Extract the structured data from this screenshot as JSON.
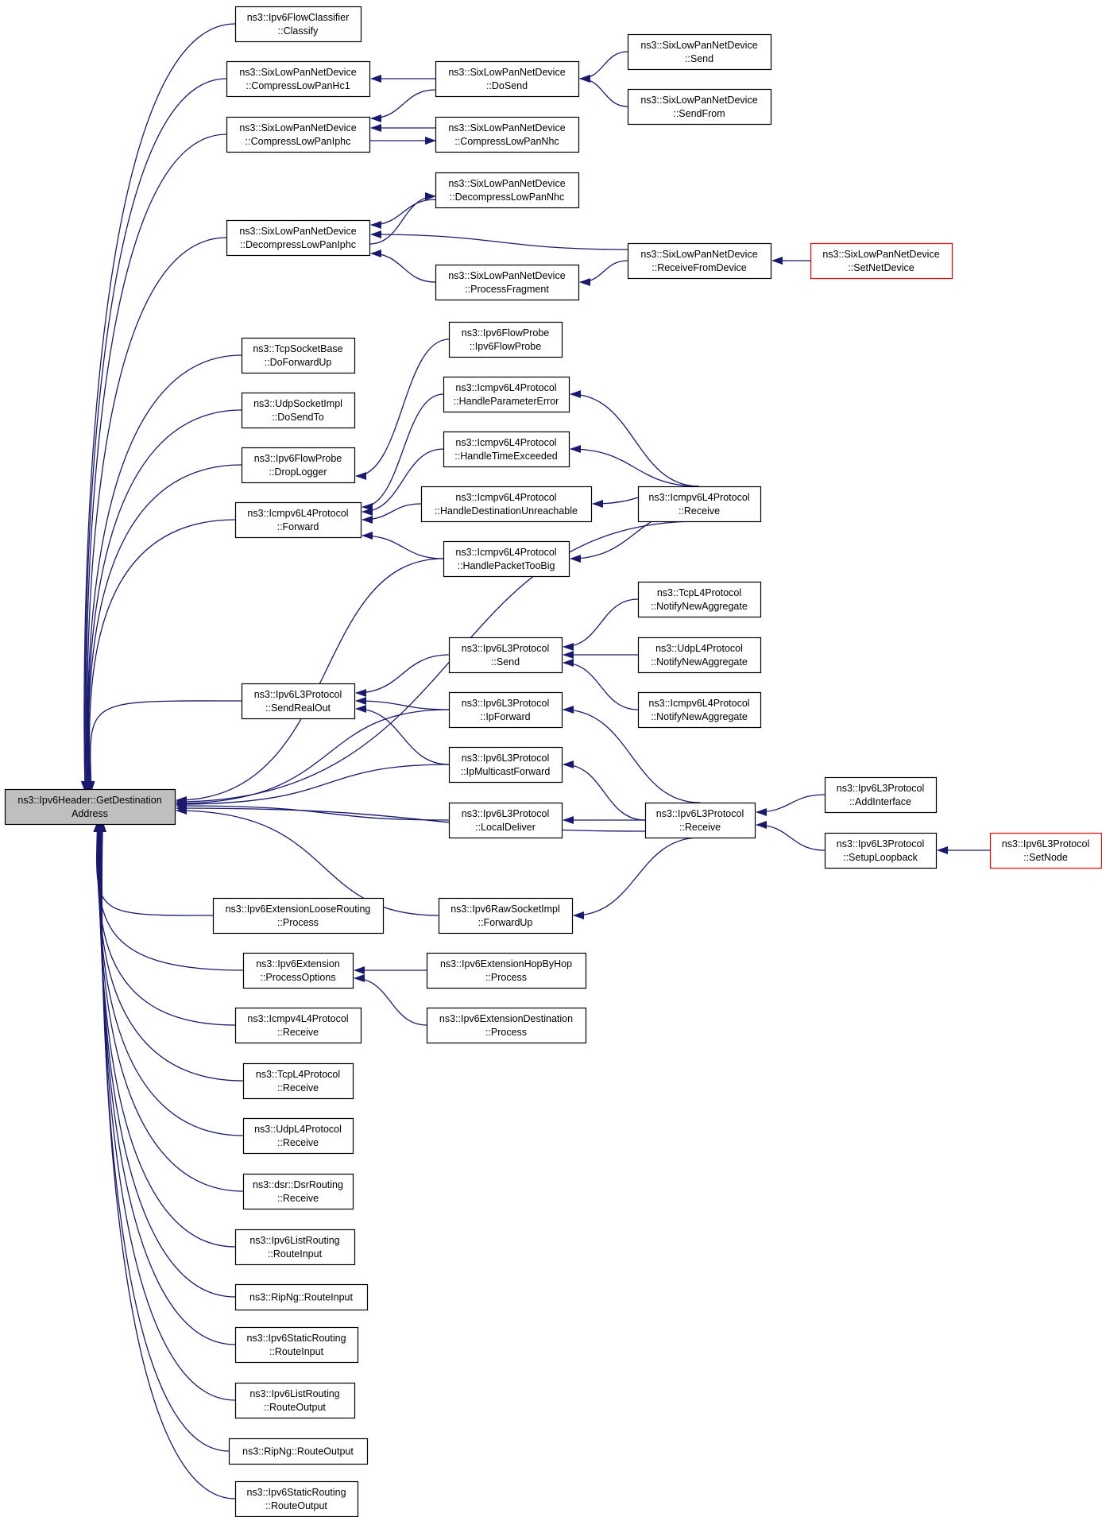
{
  "diagram": {
    "colors": {
      "edge": "#191970",
      "node_border": "#000000",
      "node_fill": "#ffffff",
      "focus_fill": "#bfbfbf",
      "truncated_border": "#ff0000"
    },
    "nodes": [
      {
        "id": "root",
        "lines": [
          "ns3::Ipv6Header::GetDestination",
          "Address"
        ],
        "style": "focus"
      },
      {
        "id": "flowclass",
        "lines": [
          "ns3::Ipv6FlowClassifier",
          "::Classify"
        ]
      },
      {
        "id": "hc1",
        "lines": [
          "ns3::SixLowPanNetDevice",
          "::CompressLowPanHc1"
        ]
      },
      {
        "id": "iphc",
        "lines": [
          "ns3::SixLowPanNetDevice",
          "::CompressLowPanIphc"
        ]
      },
      {
        "id": "deciphc",
        "lines": [
          "ns3::SixLowPanNetDevice",
          "::DecompressLowPanIphc"
        ]
      },
      {
        "id": "tcpbase",
        "lines": [
          "ns3::TcpSocketBase",
          "::DoForwardUp"
        ]
      },
      {
        "id": "udpimpl",
        "lines": [
          "ns3::UdpSocketImpl",
          "::DoSendTo"
        ]
      },
      {
        "id": "droplog",
        "lines": [
          "ns3::Ipv6FlowProbe",
          "::DropLogger"
        ]
      },
      {
        "id": "icmpfwd",
        "lines": [
          "ns3::Icmpv6L4Protocol",
          "::Forward"
        ]
      },
      {
        "id": "sendreal",
        "lines": [
          "ns3::Ipv6L3Protocol",
          "::SendRealOut"
        ]
      },
      {
        "id": "loose",
        "lines": [
          "ns3::Ipv6ExtensionLooseRouting",
          "::Process"
        ]
      },
      {
        "id": "procopt",
        "lines": [
          "ns3::Ipv6Extension",
          "::ProcessOptions"
        ]
      },
      {
        "id": "icmp4recv",
        "lines": [
          "ns3::Icmpv4L4Protocol",
          "::Receive"
        ]
      },
      {
        "id": "tcp4recv",
        "lines": [
          "ns3::TcpL4Protocol",
          "::Receive"
        ]
      },
      {
        "id": "udp4recv",
        "lines": [
          "ns3::UdpL4Protocol",
          "::Receive"
        ]
      },
      {
        "id": "dsrrecv",
        "lines": [
          "ns3::dsr::DsrRouting",
          "::Receive"
        ]
      },
      {
        "id": "listin",
        "lines": [
          "ns3::Ipv6ListRouting",
          "::RouteInput"
        ]
      },
      {
        "id": "ripin",
        "lines": [
          "ns3::RipNg::RouteInput"
        ]
      },
      {
        "id": "staticin",
        "lines": [
          "ns3::Ipv6StaticRouting",
          "::RouteInput"
        ]
      },
      {
        "id": "listout",
        "lines": [
          "ns3::Ipv6ListRouting",
          "::RouteOutput"
        ]
      },
      {
        "id": "ripout",
        "lines": [
          "ns3::RipNg::RouteOutput"
        ]
      },
      {
        "id": "staticout",
        "lines": [
          "ns3::Ipv6StaticRouting",
          "::RouteOutput"
        ]
      },
      {
        "id": "dosend",
        "lines": [
          "ns3::SixLowPanNetDevice",
          "::DoSend"
        ]
      },
      {
        "id": "nhc",
        "lines": [
          "ns3::SixLowPanNetDevice",
          "::CompressLowPanNhc"
        ]
      },
      {
        "id": "decnhc",
        "lines": [
          "ns3::SixLowPanNetDevice",
          "::DecompressLowPanNhc"
        ]
      },
      {
        "id": "procfrag",
        "lines": [
          "ns3::SixLowPanNetDevice",
          "::ProcessFragment"
        ]
      },
      {
        "id": "probe",
        "lines": [
          "ns3::Ipv6FlowProbe",
          "::Ipv6FlowProbe"
        ]
      },
      {
        "id": "hparam",
        "lines": [
          "ns3::Icmpv6L4Protocol",
          "::HandleParameterError"
        ]
      },
      {
        "id": "htime",
        "lines": [
          "ns3::Icmpv6L4Protocol",
          "::HandleTimeExceeded"
        ]
      },
      {
        "id": "hdest",
        "lines": [
          "ns3::Icmpv6L4Protocol",
          "::HandleDestinationUnreachable"
        ]
      },
      {
        "id": "hbig",
        "lines": [
          "ns3::Icmpv6L4Protocol",
          "::HandlePacketTooBig"
        ]
      },
      {
        "id": "l3send",
        "lines": [
          "ns3::Ipv6L3Protocol",
          "::Send"
        ]
      },
      {
        "id": "ipfwd",
        "lines": [
          "ns3::Ipv6L3Protocol",
          "::IpForward"
        ]
      },
      {
        "id": "ipmfwd",
        "lines": [
          "ns3::Ipv6L3Protocol",
          "::IpMulticastForward"
        ]
      },
      {
        "id": "localdel",
        "lines": [
          "ns3::Ipv6L3Protocol",
          "::LocalDeliver"
        ]
      },
      {
        "id": "rawfwd",
        "lines": [
          "ns3::Ipv6RawSocketImpl",
          "::ForwardUp"
        ]
      },
      {
        "id": "hopbyhop",
        "lines": [
          "ns3::Ipv6ExtensionHopByHop",
          "::Process"
        ]
      },
      {
        "id": "extdest",
        "lines": [
          "ns3::Ipv6ExtensionDestination",
          "::Process"
        ]
      },
      {
        "id": "lpsend",
        "lines": [
          "ns3::SixLowPanNetDevice",
          "::Send"
        ]
      },
      {
        "id": "lpsendfrom",
        "lines": [
          "ns3::SixLowPanNetDevice",
          "::SendFrom"
        ]
      },
      {
        "id": "recvdev",
        "lines": [
          "ns3::SixLowPanNetDevice",
          "::ReceiveFromDevice"
        ]
      },
      {
        "id": "icmp6recv",
        "lines": [
          "ns3::Icmpv6L4Protocol",
          "::Receive"
        ]
      },
      {
        "id": "tcpagg",
        "lines": [
          "ns3::TcpL4Protocol",
          "::NotifyNewAggregate"
        ]
      },
      {
        "id": "udpagg",
        "lines": [
          "ns3::UdpL4Protocol",
          "::NotifyNewAggregate"
        ]
      },
      {
        "id": "icmpagg",
        "lines": [
          "ns3::Icmpv6L4Protocol",
          "::NotifyNewAggregate"
        ]
      },
      {
        "id": "l3recv",
        "lines": [
          "ns3::Ipv6L3Protocol",
          "::Receive"
        ]
      },
      {
        "id": "setnetdev",
        "lines": [
          "ns3::SixLowPanNetDevice",
          "::SetNetDevice"
        ],
        "style": "truncated"
      },
      {
        "id": "addiface",
        "lines": [
          "ns3::Ipv6L3Protocol",
          "::AddInterface"
        ]
      },
      {
        "id": "setuploop",
        "lines": [
          "ns3::Ipv6L3Protocol",
          "::SetupLoopback"
        ]
      },
      {
        "id": "setnode",
        "lines": [
          "ns3::Ipv6L3Protocol",
          "::SetNode"
        ],
        "style": "truncated"
      }
    ],
    "edges": [
      [
        "flowclass",
        "root"
      ],
      [
        "hc1",
        "root"
      ],
      [
        "iphc",
        "root"
      ],
      [
        "deciphc",
        "root"
      ],
      [
        "tcpbase",
        "root"
      ],
      [
        "udpimpl",
        "root"
      ],
      [
        "droplog",
        "root"
      ],
      [
        "icmpfwd",
        "root"
      ],
      [
        "sendreal",
        "root"
      ],
      [
        "loose",
        "root"
      ],
      [
        "procopt",
        "root"
      ],
      [
        "icmp4recv",
        "root"
      ],
      [
        "tcp4recv",
        "root"
      ],
      [
        "udp4recv",
        "root"
      ],
      [
        "dsrrecv",
        "root"
      ],
      [
        "listin",
        "root"
      ],
      [
        "ripin",
        "root"
      ],
      [
        "staticin",
        "root"
      ],
      [
        "listout",
        "root"
      ],
      [
        "ripout",
        "root"
      ],
      [
        "staticout",
        "root"
      ],
      [
        "hbig",
        "root"
      ],
      [
        "icmp6recv",
        "root"
      ],
      [
        "ipfwd",
        "root"
      ],
      [
        "ipmfwd",
        "root"
      ],
      [
        "localdel",
        "root"
      ],
      [
        "l3recv",
        "root"
      ],
      [
        "rawfwd",
        "root"
      ],
      [
        "dosend",
        "hc1"
      ],
      [
        "dosend",
        "iphc"
      ],
      [
        "nhc",
        "iphc"
      ],
      [
        "iphc",
        "nhc"
      ],
      [
        "decnhc",
        "deciphc"
      ],
      [
        "deciphc",
        "decnhc"
      ],
      [
        "recvdev",
        "deciphc"
      ],
      [
        "procfrag",
        "deciphc"
      ],
      [
        "probe",
        "droplog"
      ],
      [
        "hparam",
        "icmpfwd"
      ],
      [
        "htime",
        "icmpfwd"
      ],
      [
        "hdest",
        "icmpfwd"
      ],
      [
        "hbig",
        "icmpfwd"
      ],
      [
        "l3send",
        "sendreal"
      ],
      [
        "ipfwd",
        "sendreal"
      ],
      [
        "ipmfwd",
        "sendreal"
      ],
      [
        "hopbyhop",
        "procopt"
      ],
      [
        "extdest",
        "procopt"
      ],
      [
        "lpsend",
        "dosend"
      ],
      [
        "lpsendfrom",
        "dosend"
      ],
      [
        "recvdev",
        "procfrag"
      ],
      [
        "icmp6recv",
        "hparam"
      ],
      [
        "icmp6recv",
        "htime"
      ],
      [
        "icmp6recv",
        "hdest"
      ],
      [
        "icmp6recv",
        "hbig"
      ],
      [
        "tcpagg",
        "l3send"
      ],
      [
        "udpagg",
        "l3send"
      ],
      [
        "icmpagg",
        "l3send"
      ],
      [
        "l3recv",
        "ipfwd"
      ],
      [
        "l3recv",
        "ipmfwd"
      ],
      [
        "l3recv",
        "localdel"
      ],
      [
        "l3recv",
        "rawfwd"
      ],
      [
        "setnetdev",
        "recvdev"
      ],
      [
        "addiface",
        "l3recv"
      ],
      [
        "setuploop",
        "l3recv"
      ],
      [
        "setnode",
        "setuploop"
      ]
    ]
  }
}
